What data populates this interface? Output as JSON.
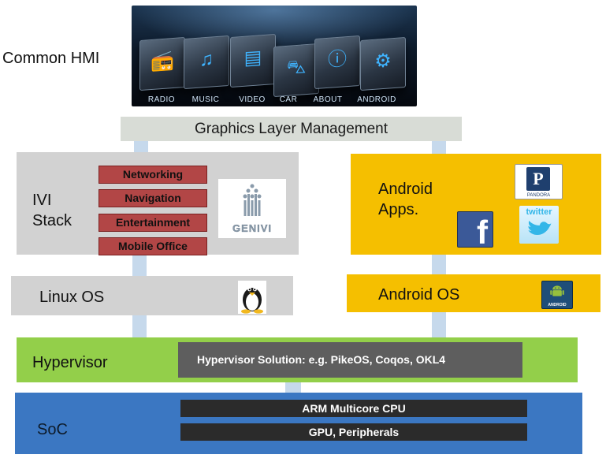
{
  "labels": {
    "common_hmi": "Common HMI",
    "graphics_layer": "Graphics Layer Management",
    "ivi_stack": "IVI\nStack",
    "android_apps": "Android\nApps.",
    "linux_os": "Linux OS",
    "android_os": "Android OS",
    "hypervisor": "Hypervisor",
    "hypervisor_solution": "Hypervisor Solution: e.g. PikeOS, Coqos, OKL4",
    "soc": "SoC",
    "arm_cpu": "ARM Multicore CPU",
    "gpu": "GPU, Peripherals"
  },
  "ivi_components": [
    "Networking",
    "Navigation",
    "Entertainment",
    "Mobile Office"
  ],
  "hmi_tiles": [
    {
      "label": "RADIO",
      "icon": "radio-icon"
    },
    {
      "label": "MUSIC",
      "icon": "music-note-icon"
    },
    {
      "label": "VIDEO",
      "icon": "video-icon"
    },
    {
      "label": "CAR",
      "icon": "car-icon"
    },
    {
      "label": "ABOUT",
      "icon": "info-icon"
    },
    {
      "label": "ANDROID",
      "icon": "android-icon"
    }
  ],
  "logos": {
    "genivi": "GENIVI",
    "pandora_letter": "P",
    "pandora": "PANDORA",
    "facebook": "f",
    "twitter": "twitter",
    "android": "ANDROID"
  },
  "colors": {
    "ivi_gray": "#d2d2d2",
    "android_yellow": "#f5bf00",
    "hypervisor_green": "#93cf4a",
    "soc_blue": "#3b77c2",
    "component_red": "#b24646",
    "connector_blue": "#c6d9ec"
  }
}
